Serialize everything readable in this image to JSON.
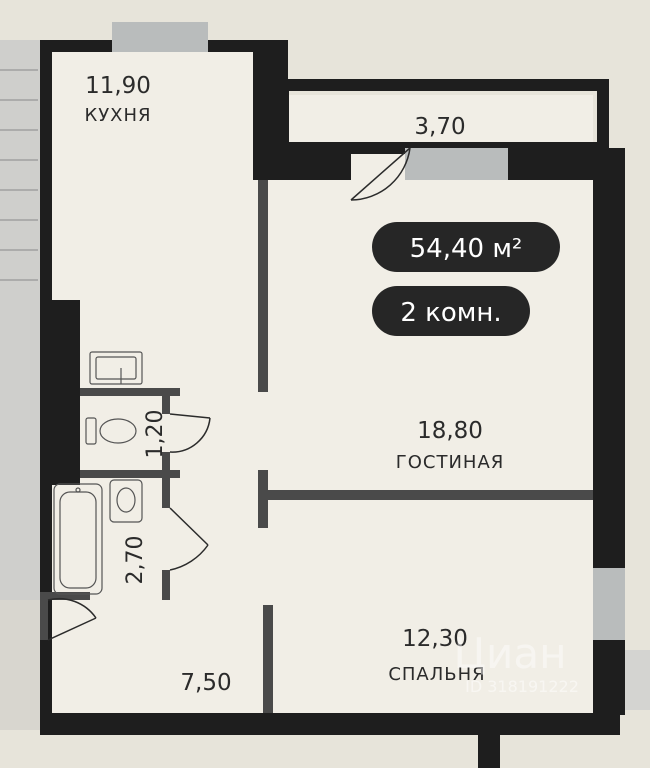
{
  "summary": {
    "total_area": "54,40 м²",
    "rooms_count": "2 комн."
  },
  "rooms": {
    "kitchen": {
      "area": "11,90",
      "name": "КУХНЯ"
    },
    "balcony": {
      "area": "3,70"
    },
    "living": {
      "area": "18,80",
      "name": "ГОСТИНАЯ"
    },
    "bedroom": {
      "area": "12,30",
      "name": "СПАЛЬНЯ"
    },
    "hallway": {
      "area": "7,50"
    },
    "toilet": {
      "area": "1,20"
    },
    "bathroom": {
      "area": "2,70"
    }
  },
  "watermark": {
    "brand": "Циан",
    "id": "ID 318191222"
  },
  "colors": {
    "background": "#e7e4da",
    "floor": "#f1eee6",
    "wall": "#1e1e1e",
    "partition": "#4a4a4a",
    "window": "#b9bcbc",
    "pill": "#262626",
    "stair": "#d2d2cf"
  }
}
